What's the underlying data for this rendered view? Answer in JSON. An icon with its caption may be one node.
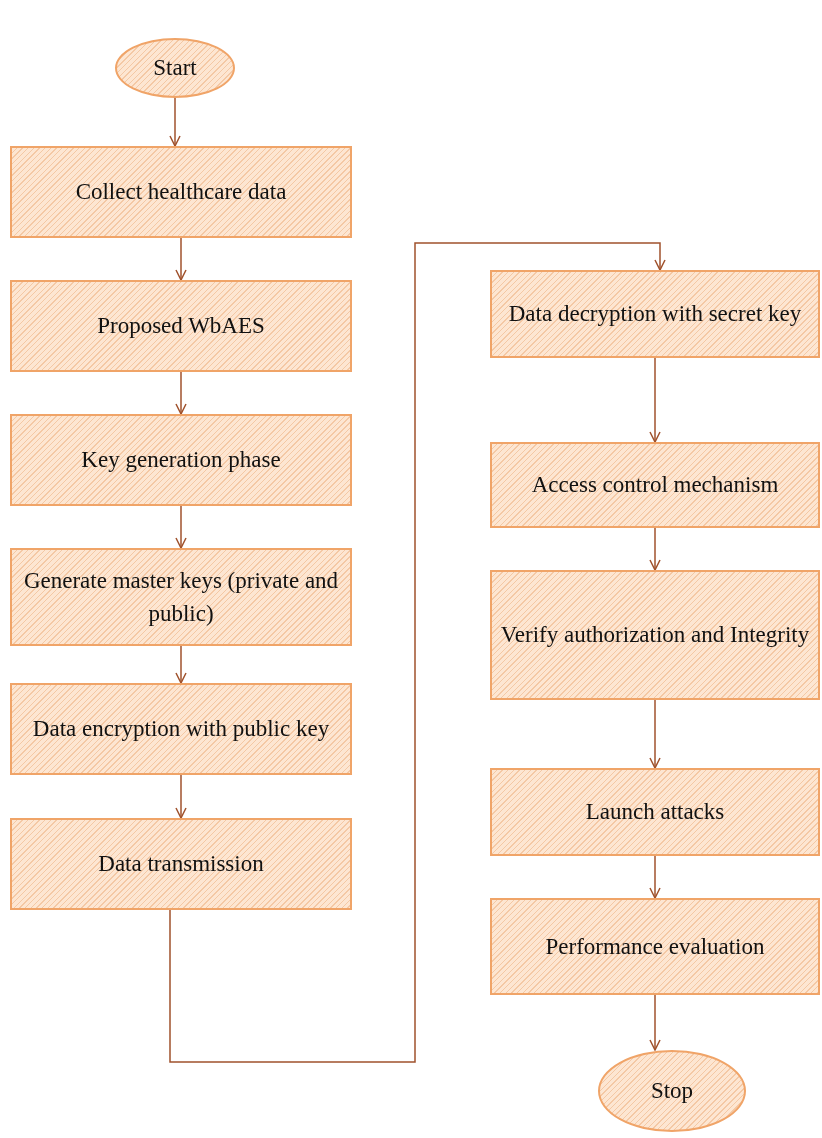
{
  "diagram": {
    "nodes": [
      {
        "text": [
          "Start"
        ]
      },
      {
        "text": [
          "Collect healthcare data"
        ]
      },
      {
        "text": [
          "Proposed WbAES"
        ]
      },
      {
        "text": [
          "Key generation phase"
        ]
      },
      {
        "text": [
          "Generate master keys (private and public)"
        ]
      },
      {
        "text": [
          "Data encryption with public key"
        ]
      },
      {
        "text": [
          "Data transmission"
        ]
      },
      {
        "text": [
          "Data decryption with secret key"
        ]
      },
      {
        "text": [
          "Access control mechanism"
        ]
      },
      {
        "text": [
          "Verify authorization and Integrity"
        ]
      },
      {
        "text": [
          "Launch attacks"
        ]
      },
      {
        "text": [
          "Performance evaluation"
        ]
      },
      {
        "text": [
          "Stop"
        ]
      }
    ],
    "edges": [
      {
        "from": 0,
        "to": 1,
        "arrow": "to"
      },
      {
        "from": 1,
        "to": 2,
        "arrow": "to"
      },
      {
        "from": 2,
        "to": 3,
        "arrow": "to"
      },
      {
        "from": 3,
        "to": 4,
        "arrow": "to"
      },
      {
        "from": 4,
        "to": 5,
        "arrow": "to"
      },
      {
        "from": 5,
        "to": 6,
        "arrow": "to"
      },
      {
        "from": 6,
        "to": 7,
        "arrow": "to"
      },
      {
        "from": 7,
        "to": 8,
        "arrow": "to"
      },
      {
        "from": 8,
        "to": 9,
        "arrow": "to"
      },
      {
        "from": 9,
        "to": 10,
        "arrow": "to"
      },
      {
        "from": 10,
        "to": 11,
        "arrow": "to"
      },
      {
        "from": 11,
        "to": 12,
        "arrow": "to"
      }
    ]
  }
}
